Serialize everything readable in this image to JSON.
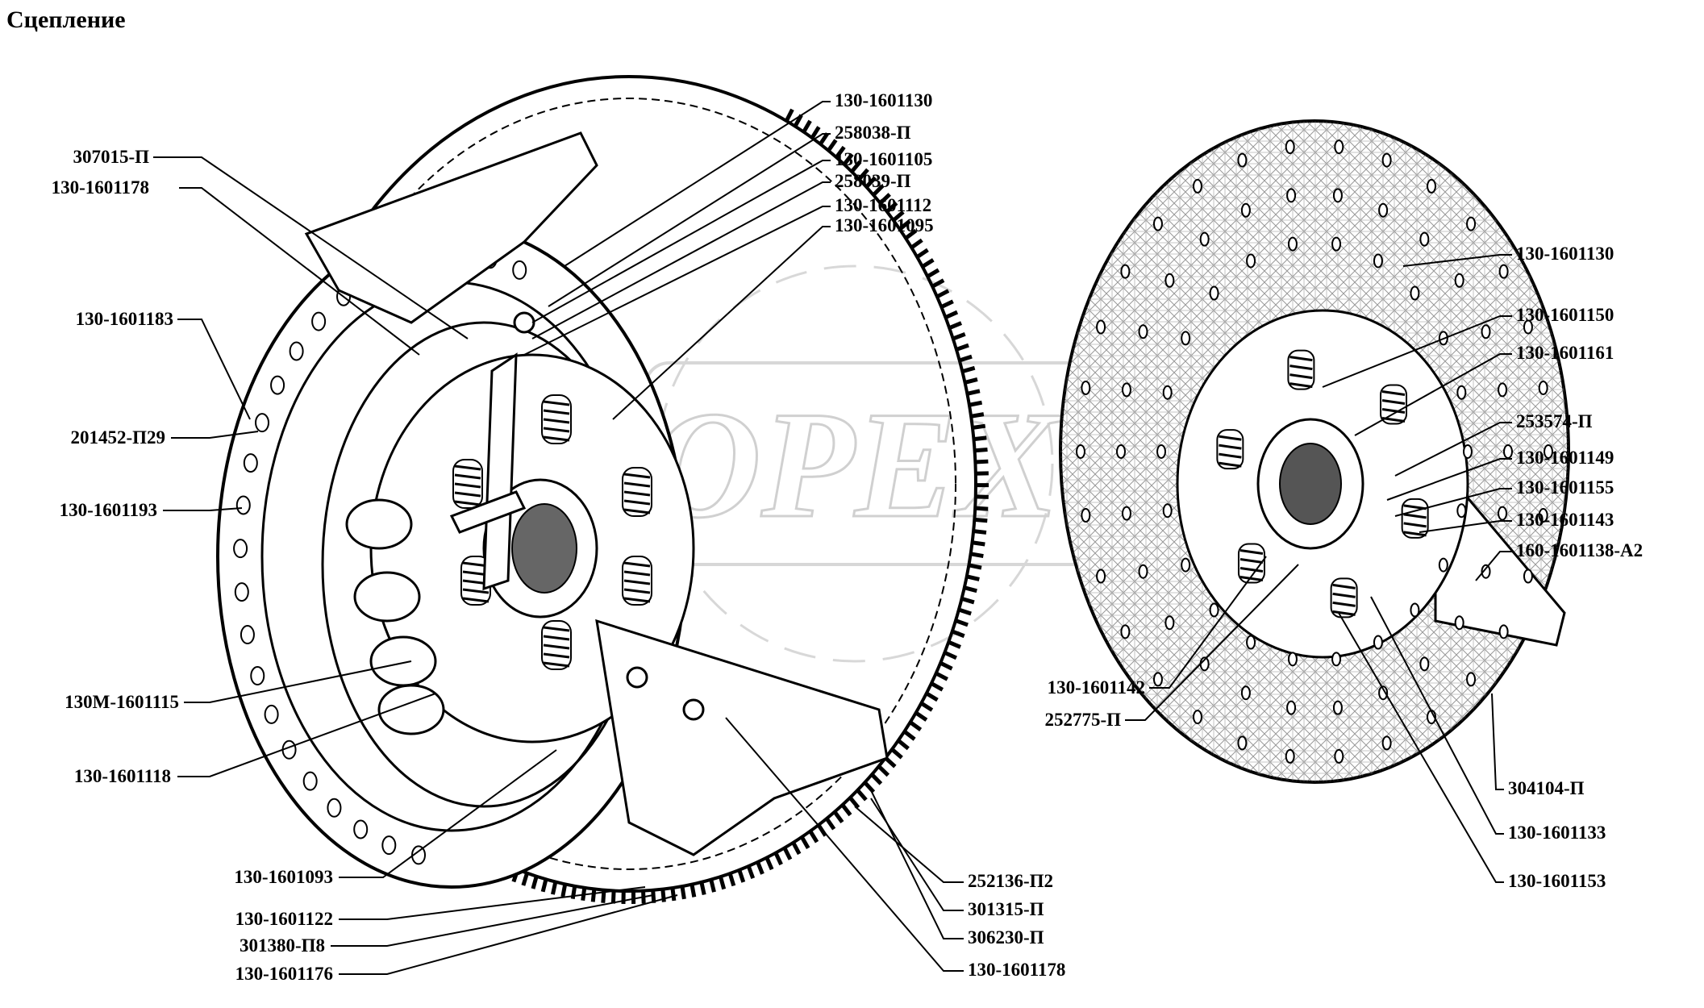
{
  "title": "Сцепление",
  "watermark": "ОРЕХ",
  "left_labels": [
    "307015-П",
    "130-1601178",
    "130-1601183",
    "201452-П29",
    "130-1601193",
    "130М-1601115",
    "130-1601118",
    "130-1601093",
    "130-1601122",
    "301380-П8",
    "130-1601176"
  ],
  "top_labels": [
    "130-1601130",
    "258038-П",
    "130-1601105",
    "258039-П",
    "130-1601112",
    "130-1601095"
  ],
  "bottom_labels": [
    "252136-П2",
    "301315-П",
    "306230-П",
    "130-1601178"
  ],
  "disc_right_labels": [
    "130-1601130",
    "130-1601150",
    "130-1601161",
    "253574-П",
    "130-1601149",
    "130-1601155",
    "130-1601143",
    "160-1601138-А2"
  ],
  "disc_left_labels": [
    "130-1601142",
    "252775-П"
  ],
  "disc_bottom_labels": [
    "304104-П",
    "130-1601133",
    "130-1601153"
  ]
}
